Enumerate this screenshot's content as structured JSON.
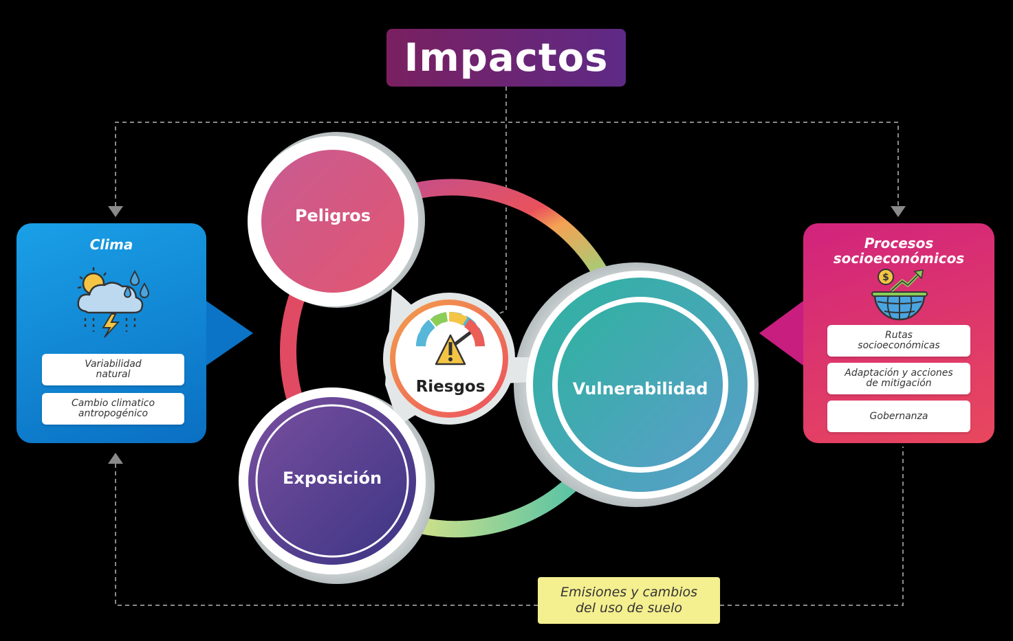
{
  "title": "Impactos",
  "left_panel": {
    "title": "Clima",
    "icon": "weather-storm-icon",
    "items": [
      "Variabilidad\nnatural",
      "Cambio climatico\nantropogénico"
    ],
    "color": "#0a78cf"
  },
  "right_panel": {
    "title": "Procesos\nsocioeconómicos",
    "icon": "globe-money-growth-icon",
    "items": [
      "Rutas\nsocioeconómicas",
      "Adaptación y acciones\nde mitigación",
      "Gobernanza"
    ],
    "color": "#d82a72"
  },
  "nodes": {
    "peligros": "Peligros",
    "exposicion": "Exposición",
    "vulnerabilidad": "Vulnerabilidad",
    "riesgos": "Riesgos",
    "riesgos_icon": "risk-gauge-warning-icon"
  },
  "bottom_note": "Emisiones y cambios\ndel uso de suelo",
  "colors": {
    "title_start": "#7a2060",
    "title_end": "#5e2a86",
    "peligros": "#d1577f",
    "exposicion": "#5b3f8f",
    "vulnerabilidad": "#3fa9b3",
    "note": "#f4ef8f"
  }
}
